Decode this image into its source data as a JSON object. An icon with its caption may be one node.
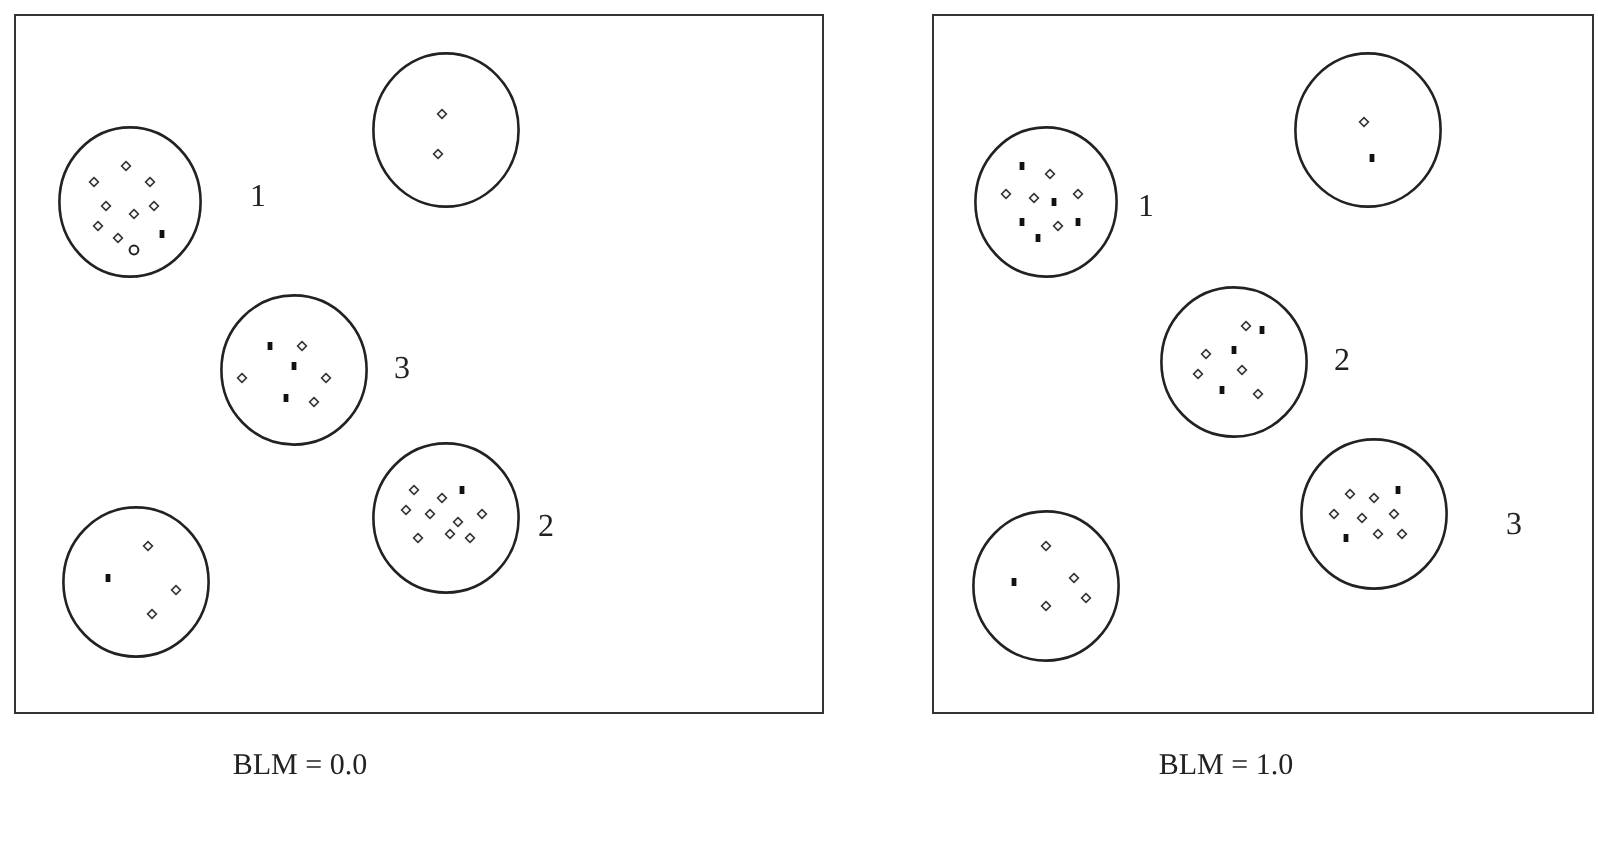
{
  "diagram": {
    "nodes": [
      {
        "text": [],
        "shape": "box"
      },
      {
        "text": [],
        "shape": "circle",
        "in": 0
      },
      {
        "text": [],
        "shape": "circle",
        "in": 0,
        "beside": [
          "1"
        ]
      },
      {
        "text": [],
        "shape": "circle",
        "in": 0,
        "beside": [
          "3"
        ]
      },
      {
        "text": [],
        "shape": "circle",
        "in": 0,
        "beside": [
          "2"
        ]
      },
      {
        "text": [],
        "shape": "circle",
        "in": 0
      },
      {
        "text": [],
        "shape": "box"
      },
      {
        "text": [],
        "shape": "circle",
        "in": 6
      },
      {
        "text": [],
        "shape": "circle",
        "in": 6,
        "beside": [
          "1"
        ]
      },
      {
        "text": [],
        "shape": "circle",
        "in": 6,
        "beside": [
          "2"
        ]
      },
      {
        "text": [],
        "shape": "circle",
        "in": 6,
        "beside": [
          "3"
        ]
      },
      {
        "text": [],
        "shape": "circle",
        "in": 6
      }
    ],
    "labels": [
      "BLM = 0.0",
      "BLM = 1.0"
    ]
  }
}
